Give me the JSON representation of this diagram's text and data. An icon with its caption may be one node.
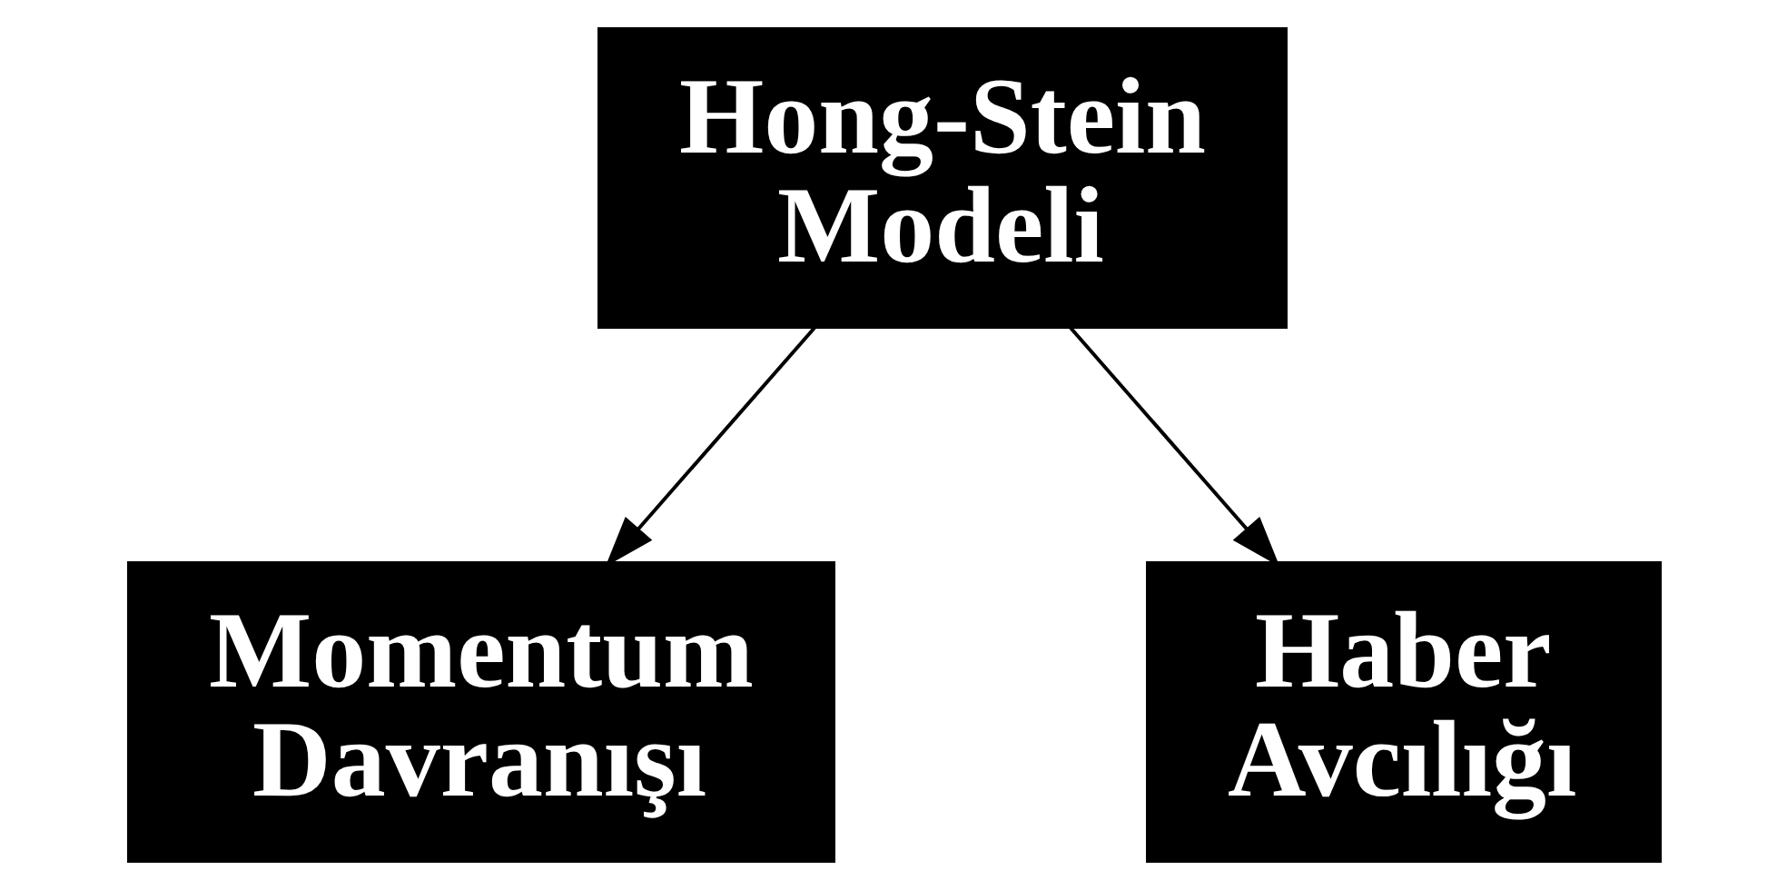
{
  "diagram": {
    "nodes": [
      {
        "text": [
          "Hong-Stein Modeli"
        ]
      },
      {
        "text": [
          "Momentum Davranışı"
        ]
      },
      {
        "text": [
          "Haber Avcılığı"
        ]
      }
    ],
    "edges": [
      {
        "from": 0,
        "to": 1,
        "arrow": "to"
      },
      {
        "from": 0,
        "to": 2,
        "arrow": "to"
      }
    ]
  }
}
